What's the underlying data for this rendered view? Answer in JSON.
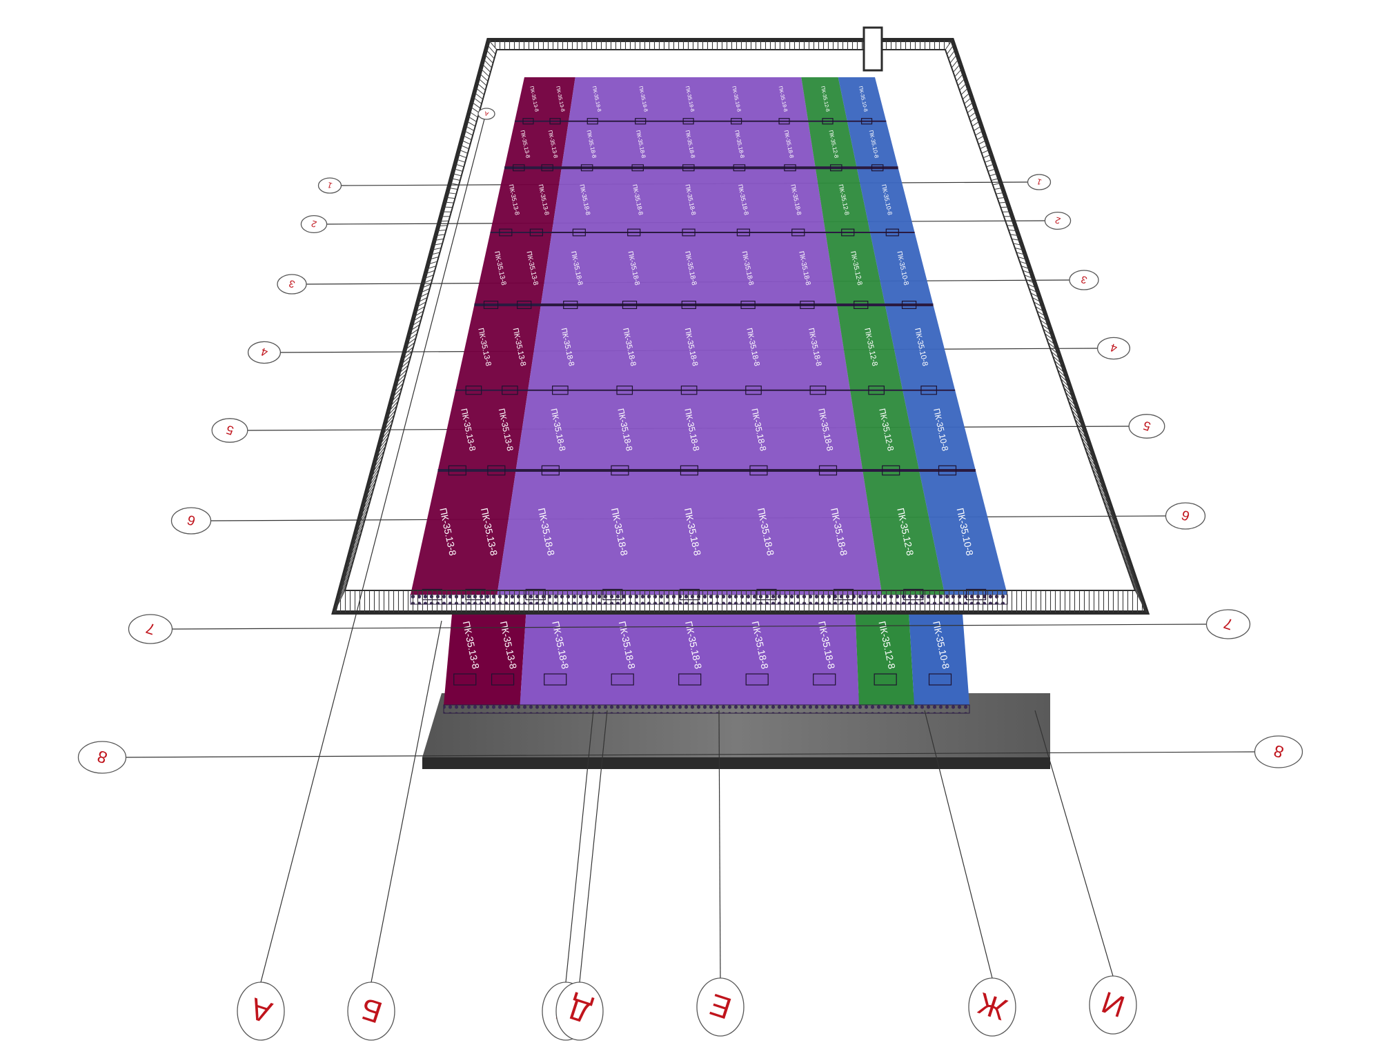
{
  "colors": {
    "panel_13": "#74003f",
    "panel_18": "#8755c4",
    "panel_12": "#2f8b3d",
    "panel_10": "#3b67bf",
    "axis_text": "#c0141c",
    "railing": "#2b2b2b",
    "slab": "#6e6e6e",
    "leader": "#333333"
  },
  "panel_types": {
    "t13": "ПК-35.13-8",
    "t18": "ПК-35.18-8",
    "t12": "ПК-35.12-8",
    "t10": "ПК-35.10-8"
  },
  "axes_row": [
    "1",
    "2",
    "3",
    "4",
    "5",
    "6",
    "7",
    "8"
  ],
  "axes_col": [
    "А",
    "Б",
    "Д",
    "Д",
    "Е",
    "Ж",
    "И"
  ],
  "icons": {
    "axis_marker": "circle-axis-marker-icon",
    "railing": "railing-icon"
  }
}
